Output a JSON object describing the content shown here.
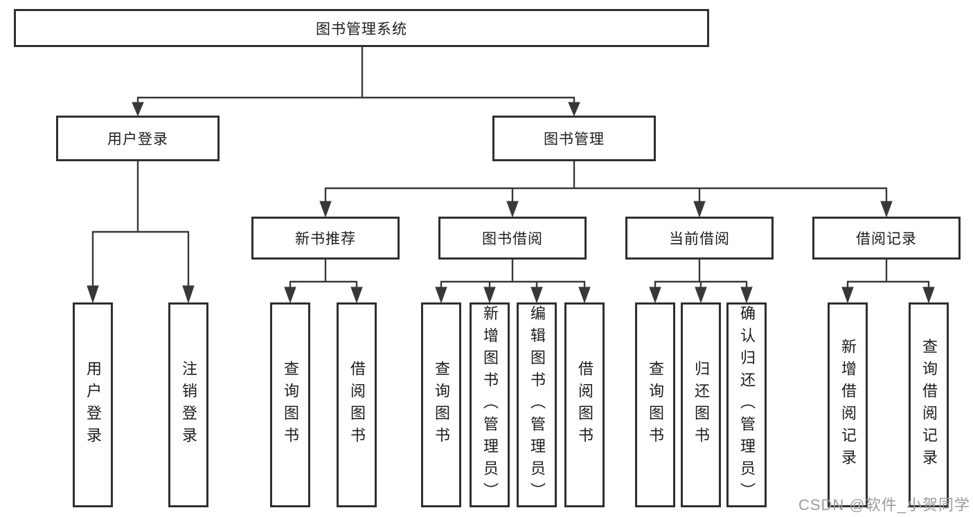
{
  "diagram": {
    "title": "图书管理系统",
    "watermark": "CSDN @软件_小贺同学",
    "colors": {
      "background": "#ffffff",
      "box_border": "#2f2f2f",
      "connector": "#383838",
      "text": "#1c1c1c",
      "watermark_text": "#9c9c9c"
    },
    "level2": [
      {
        "label": "用户登录"
      },
      {
        "label": "图书管理"
      }
    ],
    "level3": [
      {
        "label": "新书推荐"
      },
      {
        "label": "图书借阅"
      },
      {
        "label": "当前借阅"
      },
      {
        "label": "借阅记录"
      }
    ],
    "leaves": {
      "user_login": [
        "用户登录",
        "注销登录"
      ],
      "new_book_recommend": [
        "查询图书",
        "借阅图书"
      ],
      "book_borrowing": [
        "查询图书",
        "新增图书（管理员）",
        "编辑图书（管理员）",
        "借阅图书"
      ],
      "current_borrowing": [
        "查询图书",
        "归还图书",
        "确认归还（管理员）"
      ],
      "borrowing_records": [
        "新增借阅记录",
        "查询借阅记录"
      ]
    }
  }
}
